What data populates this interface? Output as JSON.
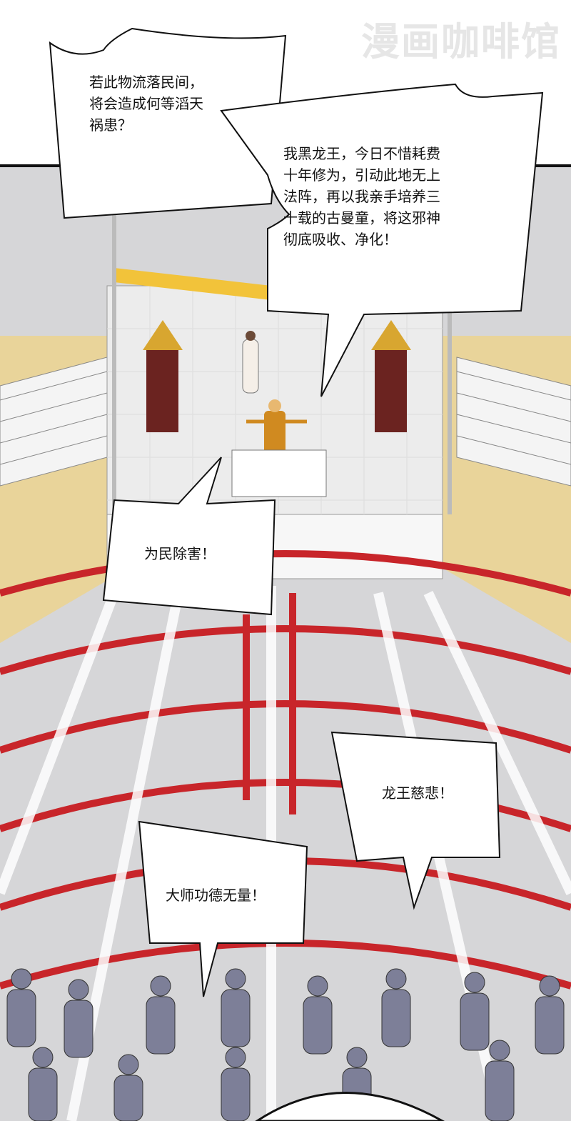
{
  "watermark": "漫画咖啡馆",
  "bubbles": [
    {
      "speaker": "narrator",
      "text": "若此物流落民间，\n将会造成何等滔天\n祸患？"
    },
    {
      "speaker": "black-dragon-king",
      "text": "我黑龙王，今日不惜耗费\n十年修为，引动此地无上\n法阵，再以我亲手培养三\n十载的古曼童，将这邪神\n彻底吸收、净化！"
    },
    {
      "speaker": "crowd",
      "text": "为民除害！"
    },
    {
      "speaker": "crowd",
      "text": "龙王慈悲！"
    },
    {
      "speaker": "crowd",
      "text": "大师功德无量！"
    }
  ],
  "colors": {
    "seal_red": "#c8252a",
    "floor_gray": "#c9c9cb",
    "gold": "#e9d49a",
    "crowd": "#7d7f98"
  }
}
